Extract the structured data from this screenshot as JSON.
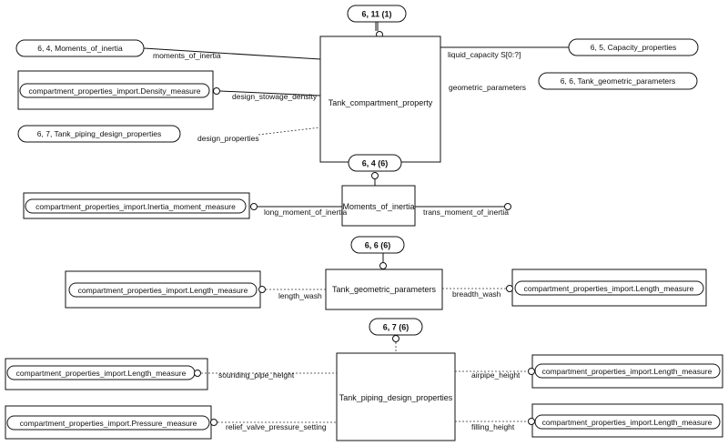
{
  "diagram": {
    "groups": [
      {
        "page_ref": "6, 11 (1)",
        "entity": "Tank_compartment_property",
        "refs": [
          "6, 4, Moments_of_inertia",
          "compartment_properties_import.Density_measure",
          "6, 7, Tank_piping_design_properties",
          "6, 5, Capacity_properties",
          "6, 6, Tank_geometric_parameters"
        ],
        "attributes": [
          "moments_of_inertia",
          "design_stowage_density",
          "design_properties",
          "liquid_capacity S[0:?]",
          "geometric_parameters"
        ]
      },
      {
        "page_ref": "6, 4 (6)",
        "entity": "Moments_of_inertia",
        "refs": [
          "compartment_properties_import.Inertia_moment_measure"
        ],
        "attributes": [
          "long_moment_of_inertia",
          "trans_moment_of_inertia"
        ]
      },
      {
        "page_ref": "6, 6 (6)",
        "entity": "Tank_geometric_parameters",
        "refs": [
          "compartment_properties_import.Length_measure",
          "compartment_properties_import.Length_measure"
        ],
        "attributes": [
          "length_wash",
          "breadth_wash"
        ]
      },
      {
        "page_ref": "6, 7 (6)",
        "entity": "Tank_piping_design_properties",
        "refs": [
          "compartment_properties_import.Length_measure",
          "compartment_properties_import.Pressure_measure",
          "compartment_properties_import.Length_measure",
          "compartment_properties_import.Length_measure"
        ],
        "attributes": [
          "sounding_pipe_height",
          "relief_valve_pressure_setting",
          "airpipe_height",
          "filling_height"
        ]
      }
    ]
  }
}
